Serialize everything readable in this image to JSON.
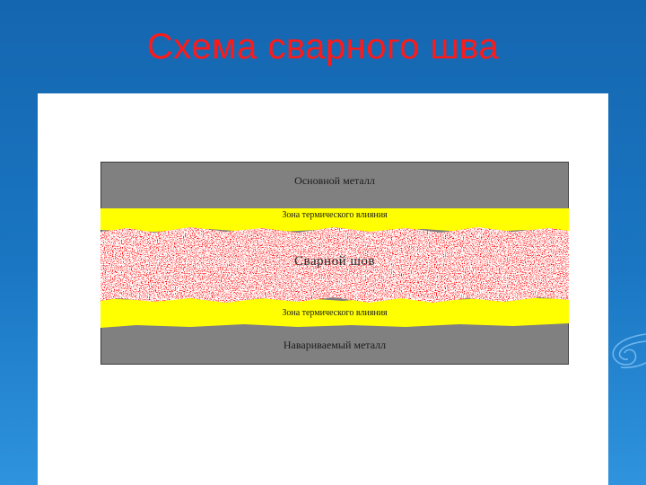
{
  "slide": {
    "title": "Схема сварного шва"
  },
  "diagram": {
    "base_metal_label": "Основной металл",
    "haz_top_label": "Зона термического влияния",
    "seam_label": "Сварной шов",
    "haz_bottom_label": "Зона термического влияния",
    "deposited_metal_label": "Навариваемый металл"
  },
  "colors": {
    "background": "#1a70bc",
    "title": "#ff1a1a",
    "panel": "#ffffff",
    "metal": "#808080",
    "haz": "#ffff00",
    "seam": "#ff0000"
  },
  "decor": {
    "corner_ornament": "swirl-ornament-icon"
  }
}
